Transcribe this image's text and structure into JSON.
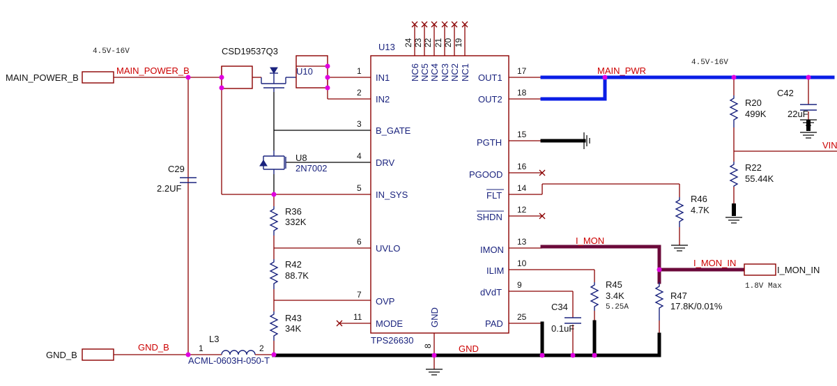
{
  "voltage_range_left": "4.5V-16V",
  "voltage_range_right": "4.5V-16V",
  "ports": {
    "main_power": "MAIN_POWER_B",
    "gnd": "GND_B",
    "i_mon_in": "I_MON_IN",
    "vin": "VIN"
  },
  "nets": {
    "main_power": "MAIN_POWER_B",
    "gnd_b": "GND_B",
    "main_pwr": "MAIN_PWR",
    "i_mon": "I_MON",
    "i_mon_in": "I_MON_IN",
    "gnd": "GND"
  },
  "i_mon_in_note": "1.8V Max",
  "ic": {
    "ref": "U13",
    "part": "TPS26630",
    "left_pins": [
      {
        "num": "1",
        "name": "IN1"
      },
      {
        "num": "2",
        "name": "IN2"
      },
      {
        "num": "3",
        "name": "B_GATE"
      },
      {
        "num": "4",
        "name": "DRV"
      },
      {
        "num": "5",
        "name": "IN_SYS"
      },
      {
        "num": "6",
        "name": "UVLO"
      },
      {
        "num": "7",
        "name": "OVP"
      },
      {
        "num": "11",
        "name": "MODE"
      }
    ],
    "right_pins": [
      {
        "num": "17",
        "name": "OUT1"
      },
      {
        "num": "18",
        "name": "OUT2"
      },
      {
        "num": "15",
        "name": "PGTH"
      },
      {
        "num": "16",
        "name": "PGOOD"
      },
      {
        "num": "14",
        "name": "FLT"
      },
      {
        "num": "12",
        "name": "SHDN"
      },
      {
        "num": "13",
        "name": "IMON"
      },
      {
        "num": "10",
        "name": "ILIM"
      },
      {
        "num": "9",
        "name": "dVdT"
      },
      {
        "num": "25",
        "name": "PAD"
      }
    ],
    "top_pins": [
      {
        "num": "24",
        "name": "NC6"
      },
      {
        "num": "23",
        "name": "NC5"
      },
      {
        "num": "22",
        "name": "NC4"
      },
      {
        "num": "21",
        "name": "NC3"
      },
      {
        "num": "20",
        "name": "NC2"
      },
      {
        "num": "19",
        "name": "NC1"
      }
    ],
    "bottom_pin": {
      "num": "8",
      "name": "GND"
    }
  },
  "components": {
    "q_fet": {
      "part": "CSD19537Q3"
    },
    "u10": {
      "ref": "U10"
    },
    "u8": {
      "ref": "U8",
      "part": "2N7002"
    },
    "c29": {
      "ref": "C29",
      "value": "2.2UF"
    },
    "l3": {
      "ref": "L3",
      "part": "ACML-0603H-050-T",
      "pin1": "1",
      "pin2": "2"
    },
    "r36": {
      "ref": "R36",
      "value": "332K"
    },
    "r42": {
      "ref": "R42",
      "value": "88.7K"
    },
    "r43": {
      "ref": "R43",
      "value": "34K"
    },
    "r20": {
      "ref": "R20",
      "value": "499K"
    },
    "r22": {
      "ref": "R22",
      "value": "55.44K"
    },
    "c42": {
      "ref": "C42",
      "value": "22uF"
    },
    "r46": {
      "ref": "R46",
      "value": "4.7K"
    },
    "r45": {
      "ref": "R45",
      "value": "3.4K",
      "note": "5.25A"
    },
    "r47": {
      "ref": "R47",
      "value": "17.8K/0.01%"
    },
    "c34": {
      "ref": "C34",
      "value": "0.1uF"
    }
  }
}
